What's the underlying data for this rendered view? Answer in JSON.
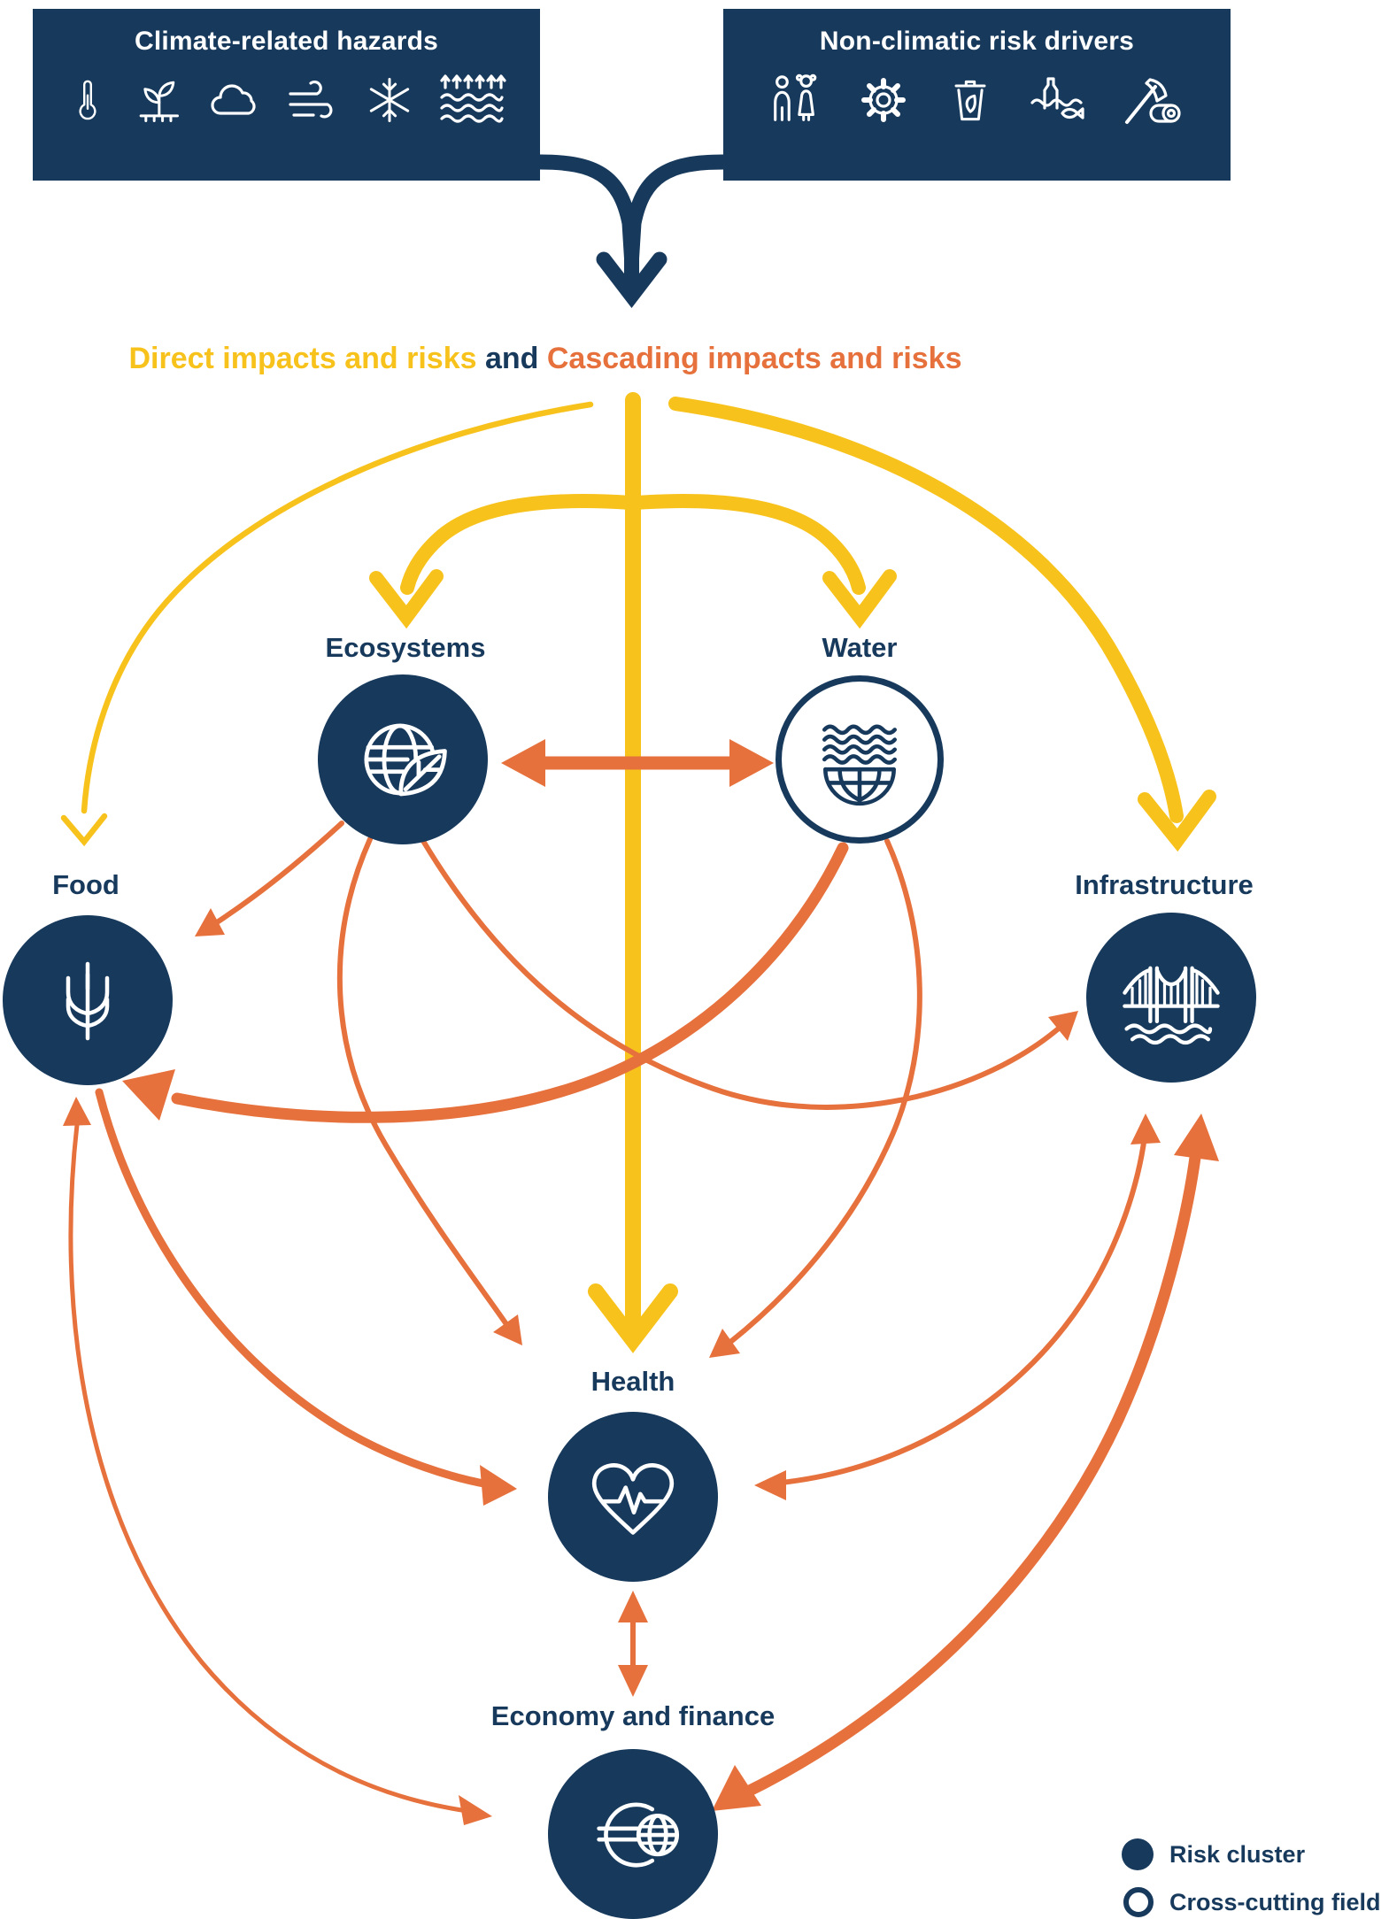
{
  "colors": {
    "navy": "#17395C",
    "yellow": "#F8C21C",
    "orange": "#E6713C",
    "background": "#FFFFFF"
  },
  "hazards_box": {
    "title": "Climate-related hazards",
    "icons": [
      "thermometer-icon",
      "drought-plant-icon",
      "rain-cloud-icon",
      "wind-icon",
      "snowflake-icon",
      "flood-icon"
    ]
  },
  "drivers_box": {
    "title": "Non-climatic risk drivers",
    "icons": [
      "people-icon",
      "gear-icon",
      "waste-bin-icon",
      "water-pollution-icon",
      "deforestation-icon"
    ]
  },
  "headline": {
    "direct": "Direct impacts and risks",
    "conjunction": " and ",
    "cascading": "Cascading impacts and risks"
  },
  "nodes": {
    "ecosystems": {
      "label": "Ecosystems",
      "type": "risk-cluster",
      "icon": "globe-leaf-icon"
    },
    "water": {
      "label": "Water",
      "type": "cross-cutting",
      "icon": "waves-globe-icon"
    },
    "food": {
      "label": "Food",
      "type": "risk-cluster",
      "icon": "wheat-icon"
    },
    "infrastructure": {
      "label": "Infrastructure",
      "type": "risk-cluster",
      "icon": "bridge-icon"
    },
    "health": {
      "label": "Health",
      "type": "risk-cluster",
      "icon": "heart-pulse-icon"
    },
    "economy": {
      "label": "Economy and finance",
      "type": "risk-cluster",
      "icon": "euro-globe-icon"
    }
  },
  "edges": {
    "direct": [
      {
        "from": "hazards-and-drivers",
        "to": "ecosystems",
        "weight": "strong"
      },
      {
        "from": "hazards-and-drivers",
        "to": "water",
        "weight": "strong"
      },
      {
        "from": "hazards-and-drivers",
        "to": "health",
        "weight": "strong"
      },
      {
        "from": "hazards-and-drivers",
        "to": "infrastructure",
        "weight": "strong"
      },
      {
        "from": "hazards-and-drivers",
        "to": "food",
        "weight": "weak"
      }
    ],
    "cascading": [
      {
        "from": "ecosystems",
        "to": "water",
        "weight": "strong",
        "bidirectional": true
      },
      {
        "from": "water",
        "to": "food",
        "weight": "strong",
        "bidirectional": false
      },
      {
        "from": "economy",
        "to": "infrastructure",
        "weight": "strong",
        "bidirectional": true
      },
      {
        "from": "ecosystems",
        "to": "food",
        "weight": "weak",
        "bidirectional": false
      },
      {
        "from": "ecosystems",
        "to": "health",
        "weight": "weak",
        "bidirectional": false
      },
      {
        "from": "ecosystems",
        "to": "infrastructure",
        "weight": "weak",
        "bidirectional": false
      },
      {
        "from": "water",
        "to": "health",
        "weight": "weak",
        "bidirectional": false
      },
      {
        "from": "food",
        "to": "health",
        "weight": "medium",
        "bidirectional": false
      },
      {
        "from": "health",
        "to": "infrastructure",
        "weight": "weak",
        "bidirectional": true
      },
      {
        "from": "health",
        "to": "economy",
        "weight": "weak",
        "bidirectional": true
      },
      {
        "from": "food",
        "to": "economy",
        "weight": "weak",
        "bidirectional": true
      }
    ]
  },
  "legend": {
    "risk_cluster": "Risk cluster",
    "cross_cutting": "Cross-cutting field"
  }
}
